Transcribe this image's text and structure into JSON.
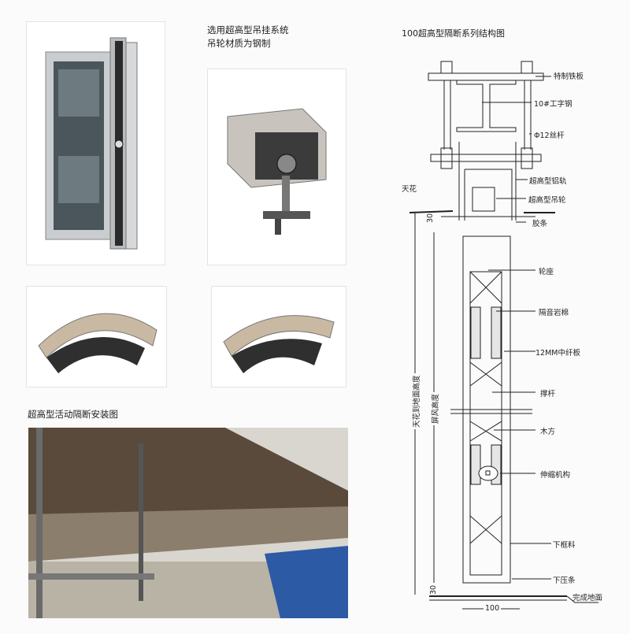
{
  "left": {
    "intro_line1": "选用超高型吊挂系统",
    "intro_line2": "吊轮材质为钢制",
    "install_caption": "超高型活动隔断安装图"
  },
  "diagram": {
    "title": "100超高型隔断系列结构图",
    "labels": {
      "iron_plate": "特制铁板",
      "i_beam": "10#工字钢",
      "screw_rod": "Φ12丝杆",
      "aluminum_track": "超高型铝轨",
      "hanging_wheel": "超高型吊轮",
      "ceiling": "天花",
      "rubber_strip": "胶条",
      "wheel_seat": "轮座",
      "rock_wool": "隔音岩棉",
      "mdf_board": "12MM中纤板",
      "brace": "撑杆",
      "wood_batten": "木方",
      "telescopic": "伸缩机构",
      "bottom_frame": "下框料",
      "bottom_bead": "下压条",
      "finished_floor": "完成地面",
      "ceiling_to_floor_height": "天花到地面高度",
      "screen_height": "屏风高度"
    },
    "dims": {
      "top_gap": "30",
      "bottom_gap": "30",
      "width": "100"
    }
  }
}
